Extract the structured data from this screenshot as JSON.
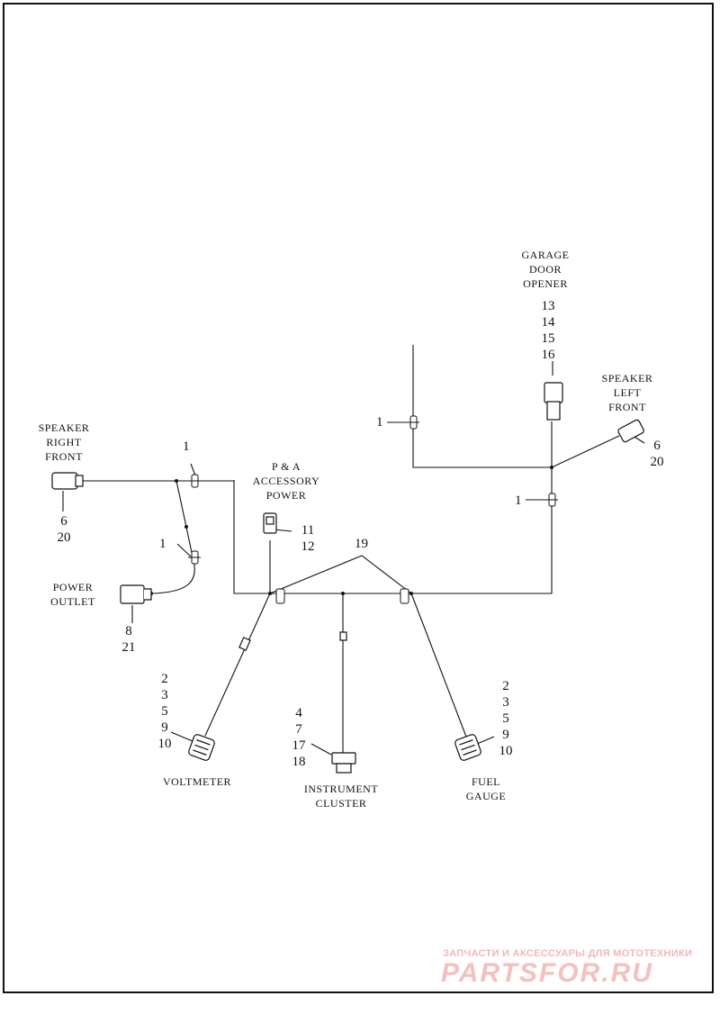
{
  "labels": {
    "garage": "GARAGE\nDOOR\nOPENER",
    "garage_nums": "13\n14\n15\n16",
    "speaker_left": "SPEAKER\nLEFT\nFRONT",
    "speaker_left_nums": "6\n20",
    "speaker_right": "SPEAKER\nRIGHT\nFRONT",
    "speaker_right_nums": "6\n20",
    "pa": "P & A\nACCESSORY\nPOWER",
    "pa_nums": "11\n12",
    "power_outlet": "POWER\nOUTLET",
    "power_outlet_nums": "8\n21",
    "voltmeter": "VOLTMETER",
    "voltmeter_nums": "2\n3\n5\n9\n10",
    "cluster": "INSTRUMENT\nCLUSTER",
    "cluster_nums": "4\n7\n17\n18",
    "fuel": "FUEL\nGAUGE",
    "fuel_nums": "2\n3\n5\n9\n10",
    "ref_1": "1",
    "ref_19": "19"
  },
  "watermark": {
    "line1": "ЗАПЧАСТИ И АКСЕССУАРЫ ДЛЯ МОТОТЕХНИКИ",
    "line2": "PARTSFOR.RU"
  },
  "colors": {
    "line": "#111111",
    "watermark": "#f0b8b8"
  }
}
